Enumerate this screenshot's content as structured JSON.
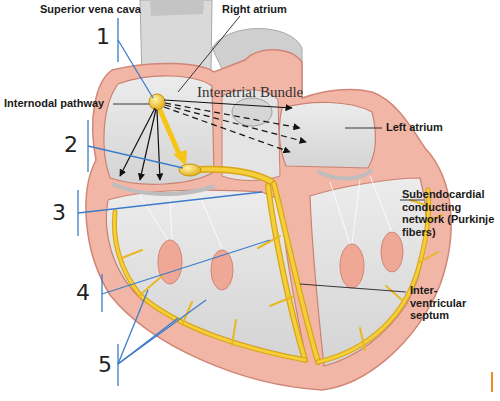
{
  "diagram": {
    "labels": [
      "Superior vena cava",
      "Right atrium",
      "Internodal pathway",
      "Interatrial Bundle",
      "Left atrium",
      "Subendocardial conducting network (Purkinje fibers)",
      "Inter- ventricular septum",
      "1",
      "2",
      "3",
      "4",
      "5"
    ]
  }
}
